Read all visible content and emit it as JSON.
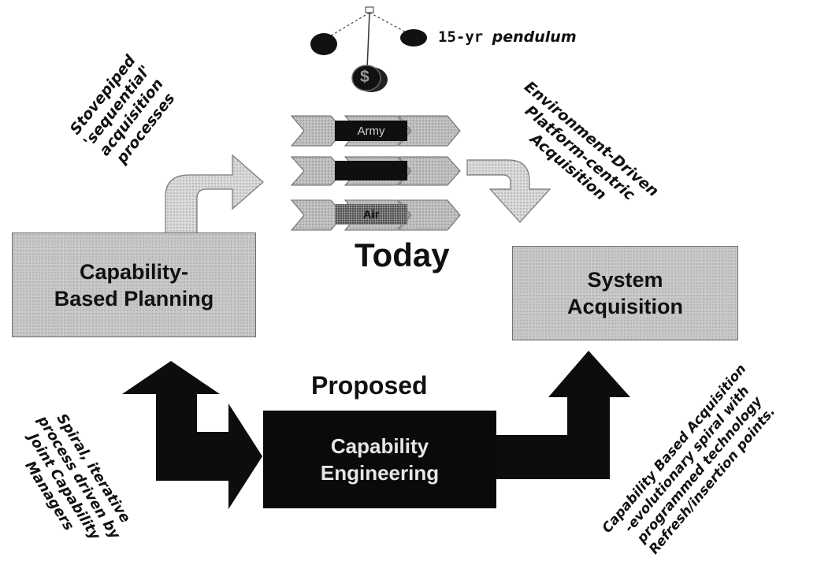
{
  "pendulum": {
    "label_prefix": "15-yr ",
    "label_italic": "pendulum",
    "coin_symbol": "$"
  },
  "today": {
    "title": "Today",
    "services": [
      "Army",
      "",
      "Air"
    ],
    "left_note": [
      "Stovepiped",
      "'sequential'",
      "acquisition",
      "processes"
    ],
    "right_note": [
      "Environment-Driven",
      "Platform-centric",
      "Acquisition"
    ]
  },
  "boxes": {
    "capability_planning": [
      "Capability-",
      "Based Planning"
    ],
    "system_acquisition": [
      "System",
      "Acquisition"
    ],
    "capability_engineering": [
      "Capability",
      "Engineering"
    ]
  },
  "proposed": {
    "title": "Proposed",
    "left_note": [
      "Spiral, iterative",
      "process driven by",
      "Joint Capability",
      "Managers"
    ],
    "right_note": [
      "Capability Based Acquisition",
      "-evolutionary spiral with",
      "programmed technology",
      "Refresh/insertion points."
    ]
  },
  "colors": {
    "grey_box": "#c6c6c6",
    "dark_box": "#0a0a0a",
    "light_arrow": "#d4d4d4",
    "dark_arrow": "#0d0d0d"
  }
}
